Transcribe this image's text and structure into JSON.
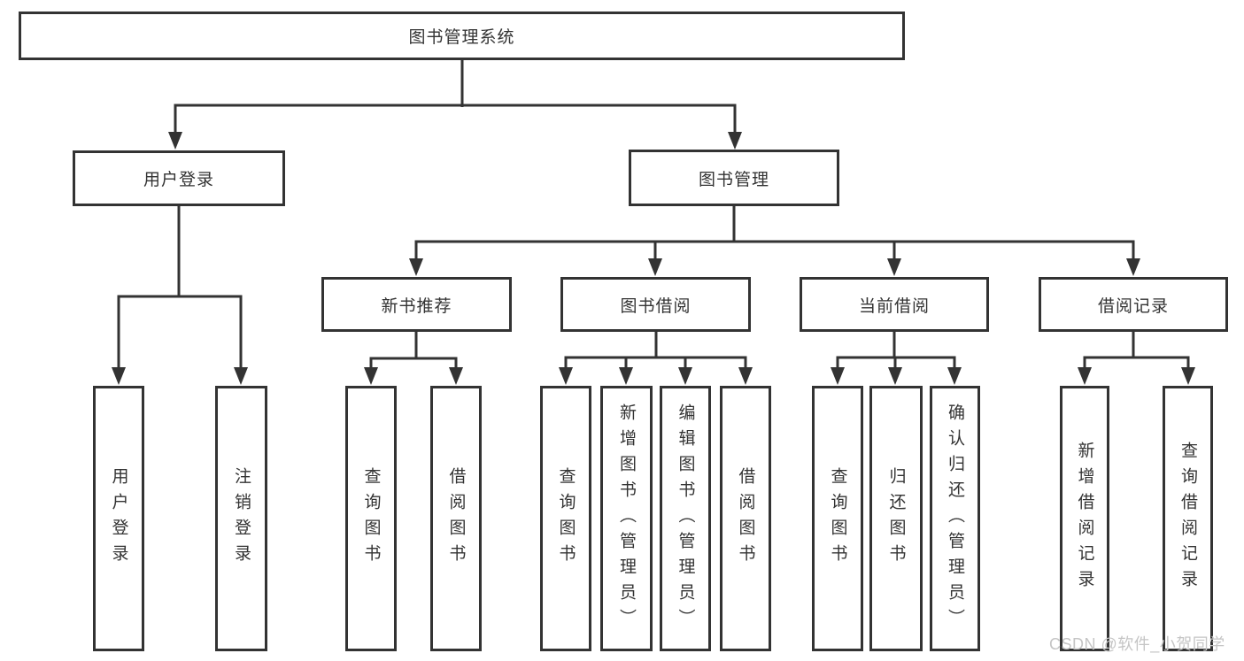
{
  "diagram": {
    "nodes": {
      "root": {
        "label": "图书管理系统"
      },
      "user_login": {
        "label": "用户登录"
      },
      "book_management": {
        "label": "图书管理"
      },
      "new_book_recommend": {
        "label": "新书推荐"
      },
      "book_borrow": {
        "label": "图书借阅"
      },
      "current_borrow": {
        "label": "当前借阅"
      },
      "borrow_records": {
        "label": "借阅记录"
      },
      "leaf_user_login": {
        "label": "用户登录"
      },
      "leaf_logout_login": {
        "label": "注销登录"
      },
      "leaf_query_book_recommend": {
        "label": "查询图书"
      },
      "leaf_borrow_book_recommend": {
        "label": "借阅图书"
      },
      "leaf_query_book_borrow": {
        "label": "查询图书"
      },
      "leaf_add_book_admin": {
        "label": "新增图书（管理员）"
      },
      "leaf_edit_book_admin": {
        "label": "编辑图书（管理员）"
      },
      "leaf_borrow_book_borrow": {
        "label": "借阅图书"
      },
      "leaf_query_book_current": {
        "label": "查询图书"
      },
      "leaf_return_book": {
        "label": "归还图书"
      },
      "leaf_confirm_return_admin": {
        "label": "确认归还（管理员）"
      },
      "leaf_add_borrow_record": {
        "label": "新增借阅记录"
      },
      "leaf_query_borrow_record": {
        "label": "查询借阅记录"
      }
    },
    "hierarchy": {
      "root": [
        "user_login",
        "book_management"
      ],
      "user_login": [
        "leaf_user_login",
        "leaf_logout_login"
      ],
      "book_management": [
        "new_book_recommend",
        "book_borrow",
        "current_borrow",
        "borrow_records"
      ],
      "new_book_recommend": [
        "leaf_query_book_recommend",
        "leaf_borrow_book_recommend"
      ],
      "book_borrow": [
        "leaf_query_book_borrow",
        "leaf_add_book_admin",
        "leaf_edit_book_admin",
        "leaf_borrow_book_borrow"
      ],
      "current_borrow": [
        "leaf_query_book_current",
        "leaf_return_book",
        "leaf_confirm_return_admin"
      ],
      "borrow_records": [
        "leaf_add_borrow_record",
        "leaf_query_borrow_record"
      ]
    }
  },
  "watermark": {
    "text": "CSDN @软件_小贺同学"
  },
  "colors": {
    "line": "#333333",
    "text": "#333333",
    "box_background": "#ffffff",
    "page_background": "#ffffff",
    "watermark": "#c5c5c5"
  }
}
